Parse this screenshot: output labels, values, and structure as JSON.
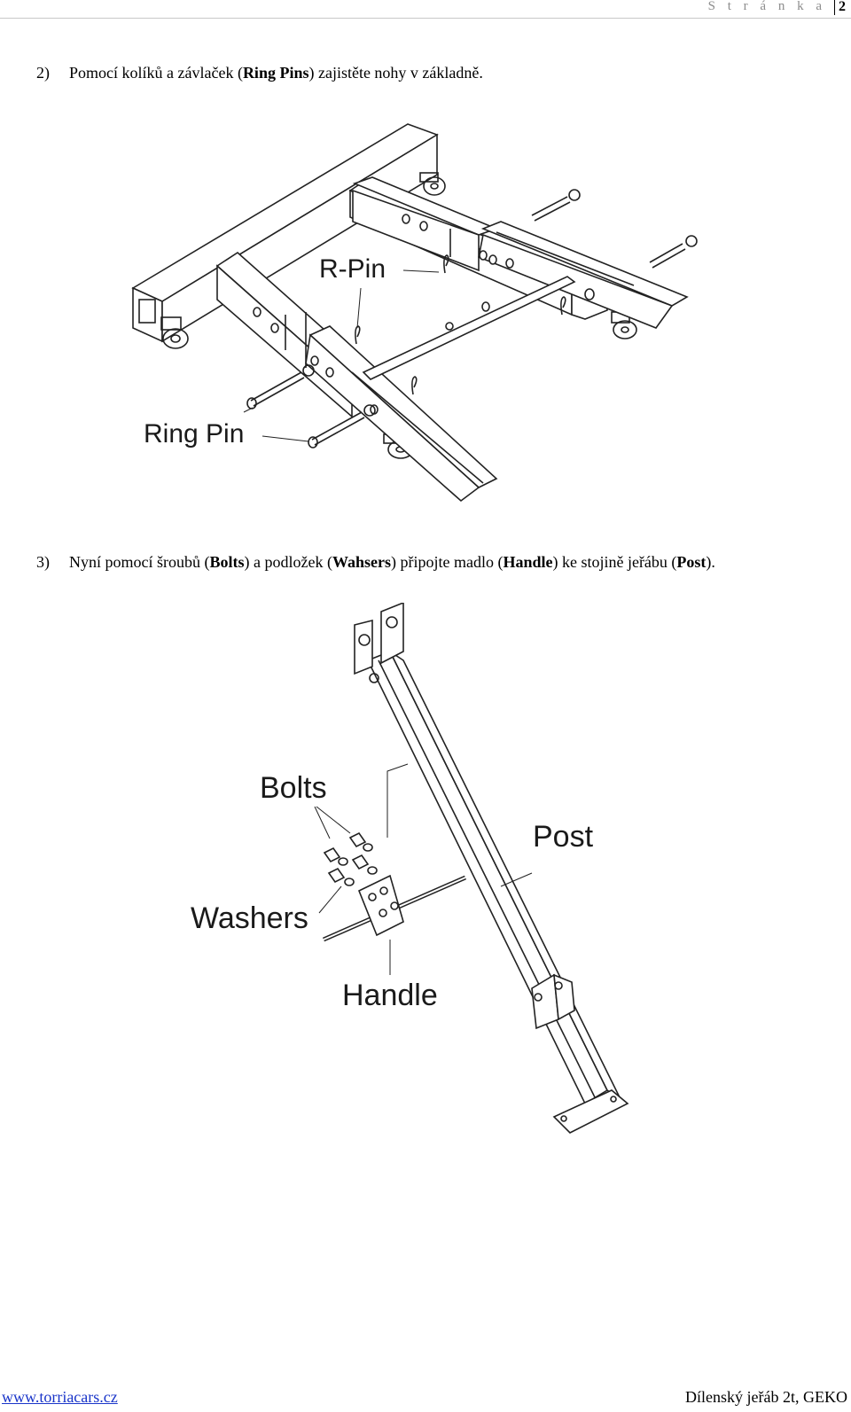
{
  "header": {
    "label": "S t r á n k a",
    "page_number": "2"
  },
  "step2": {
    "number": "2)",
    "text_before": "Pomocí kolíků a závlaček (",
    "bold": "Ring Pins",
    "text_after": ") zajistěte nohy v základně."
  },
  "figure1": {
    "label_rpin": "R-Pin",
    "label_ringpin": "Ring Pin"
  },
  "step3": {
    "number": "3)",
    "t1": "Nyní pomocí šroubů (",
    "b1": "Bolts",
    "t2": ") a podložek (",
    "b2": "Wahsers",
    "t3": ") připojte madlo (",
    "b3": "Handle",
    "t4": ") ke stojině jeřábu (",
    "b4": "Post",
    "t5": ")."
  },
  "figure2": {
    "label_bolts": "Bolts",
    "label_post": "Post",
    "label_washers": "Washers",
    "label_handle": "Handle"
  },
  "footer": {
    "link": "www.torriacars.cz",
    "title": "Dílenský jeřáb 2t, GEKO"
  }
}
